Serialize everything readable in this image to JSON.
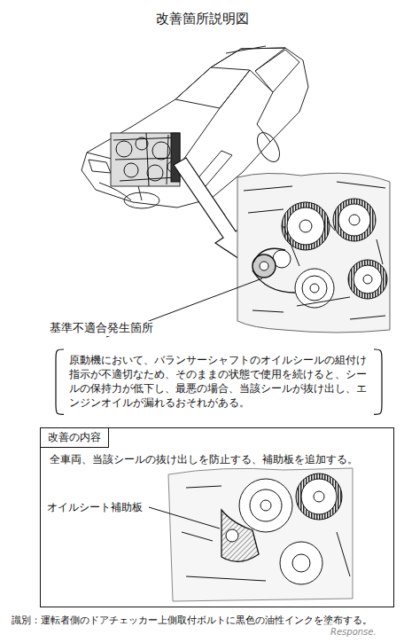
{
  "diagram": {
    "title": "改善箇所説明図",
    "nodes": [
      {
        "text": [
          "原動機において、バランサーシャフトのオイルシールの組付け指示が不適切なため、そのままの状態で使用を続けると、シールの保持力が低下し、最悪の場合、当該シールが抜け出し、エンジンオイルが漏れるおそれがある。"
        ]
      },
      {
        "text": [
          "改善の内容",
          "全車両、当該シールの抜け出しを防止する、補助板を追加する。"
        ]
      }
    ],
    "labels": [
      "基準不適合発生箇所",
      "オイルシート補助板",
      "識別：運転者側のドアチェッカー上側取付ボルトに黒色の油性インクを塗布する。",
      "Response."
    ]
  }
}
